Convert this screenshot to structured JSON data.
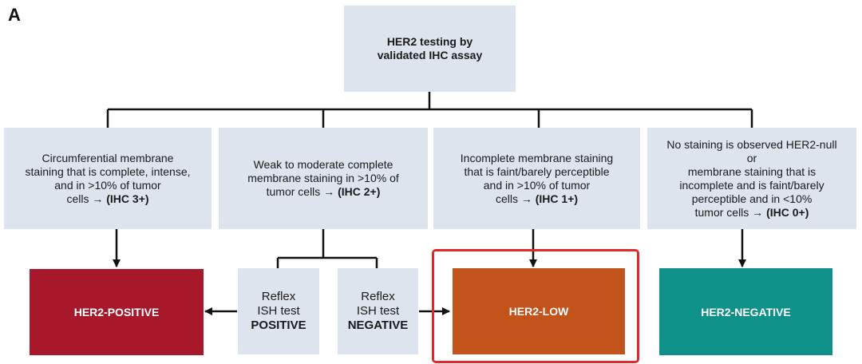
{
  "panel_label": "A",
  "top": {
    "line1": "HER2 testing by",
    "line2": "validated IHC assay"
  },
  "categories": [
    {
      "lines": [
        "Circumferential membrane",
        "staining that is complete, intense,",
        "and in >10% of tumor"
      ],
      "last_text": "cells → ",
      "last_bold": "(IHC 3+)"
    },
    {
      "lines": [
        "Weak to moderate complete",
        "membrane staining in >10% of"
      ],
      "last_text": "tumor cells → ",
      "last_bold": "(IHC 2+)"
    },
    {
      "lines": [
        "Incomplete membrane staining",
        "that is faint/barely perceptible",
        "and in >10% of tumor"
      ],
      "last_text": "cells → ",
      "last_bold": "(IHC 1+)"
    },
    {
      "lines": [
        "No staining is observed HER2-null",
        "or",
        "membrane staining that is",
        "incomplete and is faint/barely",
        "perceptible and in <10%"
      ],
      "last_text": "tumor cells → ",
      "last_bold": "(IHC 0+)"
    }
  ],
  "reflex": [
    {
      "line1": "Reflex",
      "line2": "ISH test",
      "result": "POSITIVE"
    },
    {
      "line1": "Reflex",
      "line2": "ISH test",
      "result": "NEGATIVE"
    }
  ],
  "results": {
    "positive": "HER2-POSITIVE",
    "low": "HER2-LOW",
    "negative": "HER2-NEGATIVE"
  },
  "colors": {
    "box_bg": "#dde4ee",
    "positive": "#a8182b",
    "low": "#c1531b",
    "negative": "#0e9188",
    "highlight": "#e02a2a",
    "line": "#111111"
  }
}
